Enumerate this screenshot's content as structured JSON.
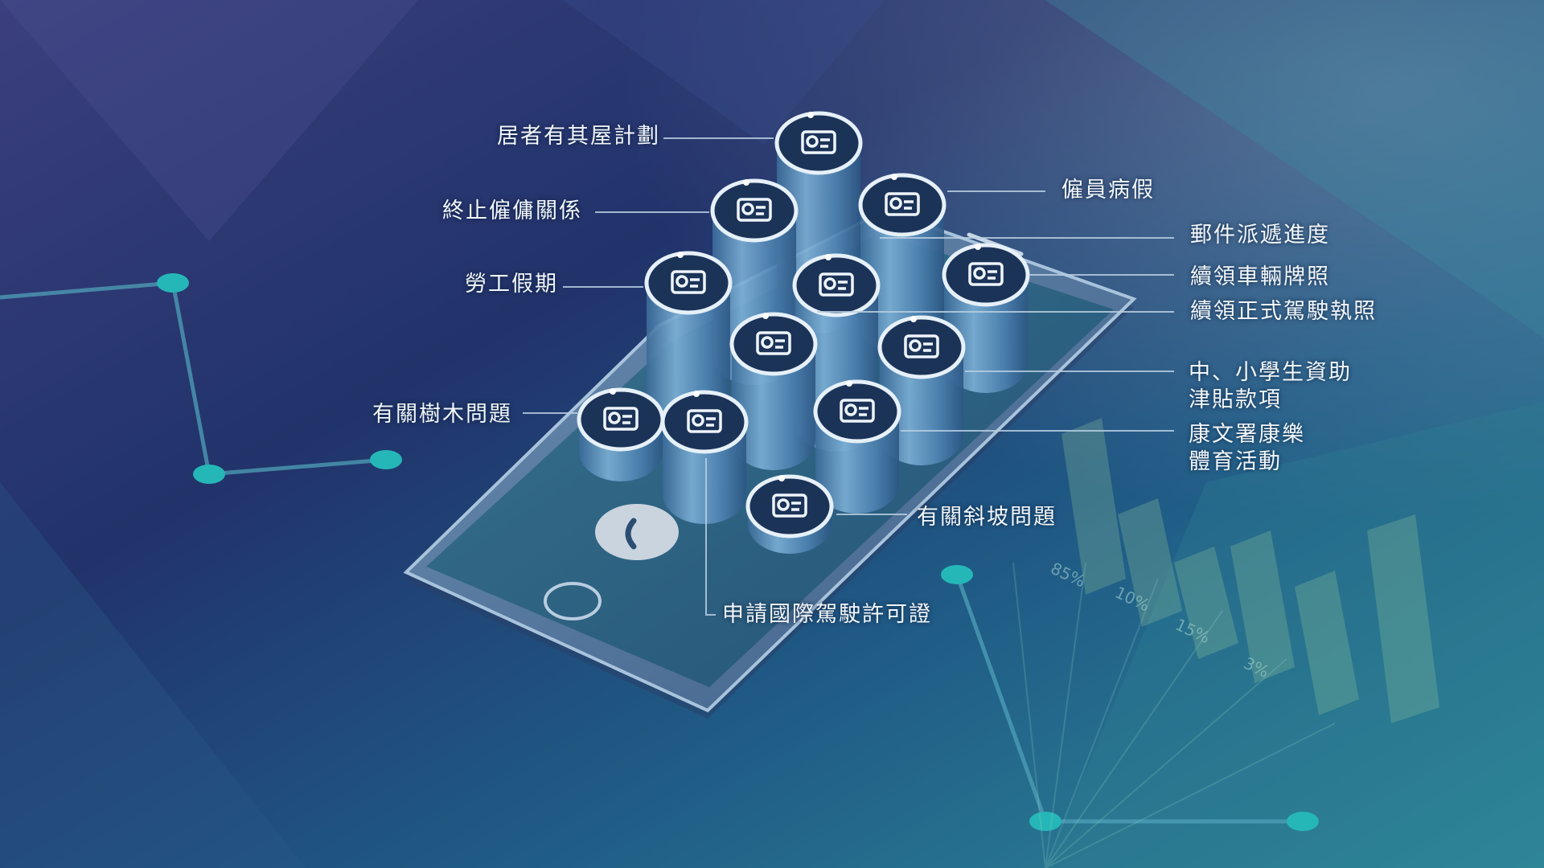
{
  "colors": {
    "background_dark": "#21336a",
    "background_mid": "#1f5a85",
    "background_teal": "#2f8a9a",
    "label_text": "#f2f7fb",
    "node_teal": "#25b7b7"
  },
  "background_chart": {
    "percent_labels": [
      "85%",
      "10%",
      "15%",
      "3%"
    ]
  },
  "phone": {
    "call_icon": "phone-call-icon"
  },
  "services": [
    {
      "id": "home-ownership",
      "label": "居者有其屋計劃",
      "icon": "house-document-icon"
    },
    {
      "id": "termination",
      "label": "終止僱傭關係",
      "icon": "worker-cancel-icon"
    },
    {
      "id": "sick-leave",
      "label": "僱員病假",
      "icon": "payment-hand-icon"
    },
    {
      "id": "mail-tracking",
      "label": "郵件派遞進度",
      "icon": "mail-location-icon"
    },
    {
      "id": "vehicle-licence",
      "label": "續領車輛牌照",
      "icon": "car-icon"
    },
    {
      "id": "driving-licence",
      "label": "續領正式駕駛執照",
      "icon": "id-card-renew-icon"
    },
    {
      "id": "labour-holidays",
      "label": "勞工假期",
      "icon": "calendar-beach-icon"
    },
    {
      "id": "student-grant",
      "lines": [
        "中、小學生資助",
        "津貼款項"
      ],
      "icon": "piggy-bank-clock-icon"
    },
    {
      "id": "tree-issues",
      "label": "有關樹木問題",
      "icon": "tree-icon"
    },
    {
      "id": "lcsd",
      "lines": [
        "康文署康樂",
        "體育活動"
      ],
      "icon": "sports-icon"
    },
    {
      "id": "international-permit",
      "label": "申請國際駕駛許可證",
      "icon": "globe-id-icon"
    },
    {
      "id": "slope-issues",
      "label": "有關斜坡問題",
      "icon": "slope-icon"
    }
  ]
}
